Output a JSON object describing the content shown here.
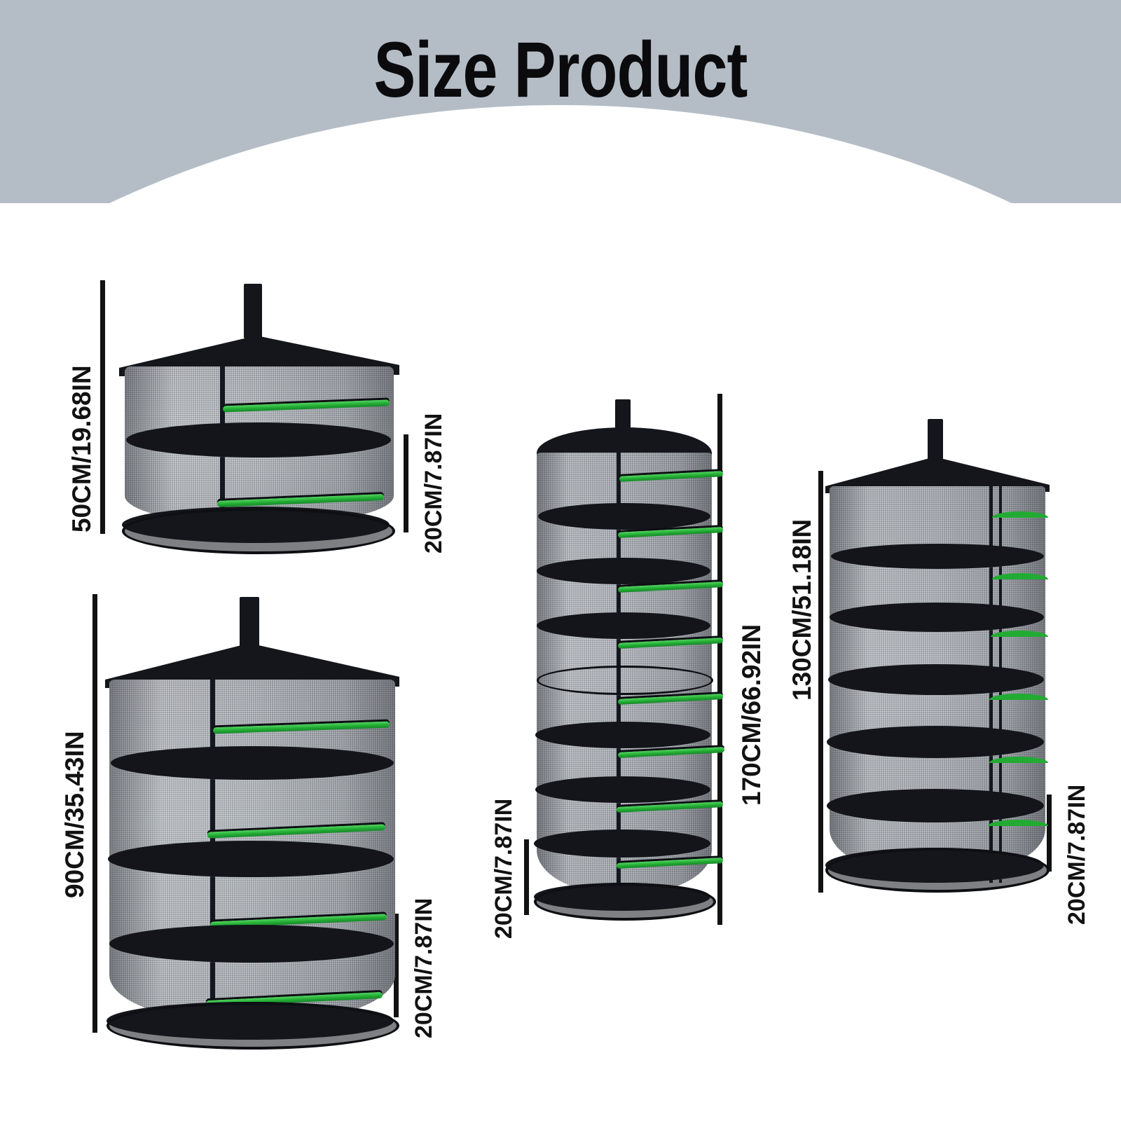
{
  "header": {
    "title": "Size Product",
    "bg_color": "#b4bdc6",
    "arc_color": "#ffffff",
    "title_color": "#0b0b0d"
  },
  "theme": {
    "mesh_color": "#93989f",
    "frame_color": "#13151a",
    "zipper_color": "#22ab33",
    "measure_color": "#121212",
    "background": "#ffffff"
  },
  "products": [
    {
      "id": "rack-50cm",
      "height_label": "50CM/19.68IN",
      "tier_label": "20CM/7.87IN",
      "tiers": 2,
      "height_cm": 50,
      "tier_cm": 20,
      "cap_style": "cone",
      "label_side": "right"
    },
    {
      "id": "rack-90cm",
      "height_label": "90CM/35.43IN",
      "tier_label": "20CM/7.87IN",
      "tiers": 4,
      "height_cm": 90,
      "tier_cm": 20,
      "cap_style": "cone",
      "label_side": "right"
    },
    {
      "id": "rack-170cm",
      "height_label": "170CM/66.92IN",
      "tier_label": "20CM/7.87IN",
      "tiers": 8,
      "height_cm": 170,
      "tier_cm": 20,
      "cap_style": "flat",
      "label_side": "left"
    },
    {
      "id": "rack-130cm",
      "height_label": "130CM/51.18IN",
      "tier_label": "20CM/7.87IN",
      "tiers": 6,
      "height_cm": 130,
      "tier_cm": 20,
      "cap_style": "cone",
      "label_side": "right"
    }
  ]
}
